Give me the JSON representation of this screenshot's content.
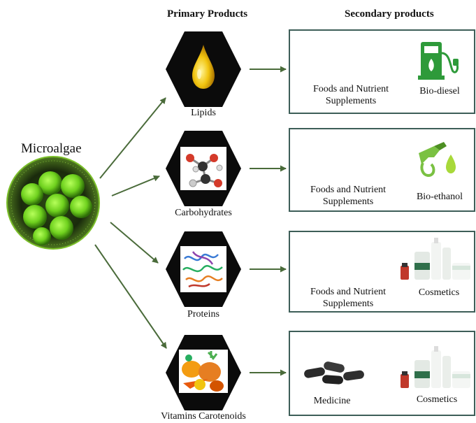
{
  "headers": {
    "primary": "Primary Products",
    "secondary": "Secondary products"
  },
  "source": {
    "label": "Microalgae"
  },
  "rows": [
    {
      "primary": "Lipids",
      "secondary": [
        "Foods and Nutrient\nSupplements",
        "Bio-diesel"
      ]
    },
    {
      "primary": "Carbohydrates",
      "secondary": [
        "Foods and Nutrient\nSupplements",
        "Bio-ethanol"
      ]
    },
    {
      "primary": "Proteins",
      "secondary": [
        "Foods and Nutrient\nSupplements",
        "Cosmetics"
      ]
    },
    {
      "primary": "Vitamins Carotenoids",
      "secondary": [
        "Medicine",
        "Cosmetics"
      ]
    }
  ],
  "colors": {
    "arrow": "#4a6b3a",
    "box_border": "#3d5e58",
    "hexagon": "#0b0b0b",
    "algae": "#6fd11e"
  },
  "icons": [
    "microalgae-icon",
    "oil-drop-icon",
    "molecule-icon",
    "protein-icon",
    "vegetables-icon",
    "food-products-icon",
    "fuel-pump-icon",
    "nozzle-drop-icon",
    "cosmetics-icon",
    "capsules-icon"
  ]
}
